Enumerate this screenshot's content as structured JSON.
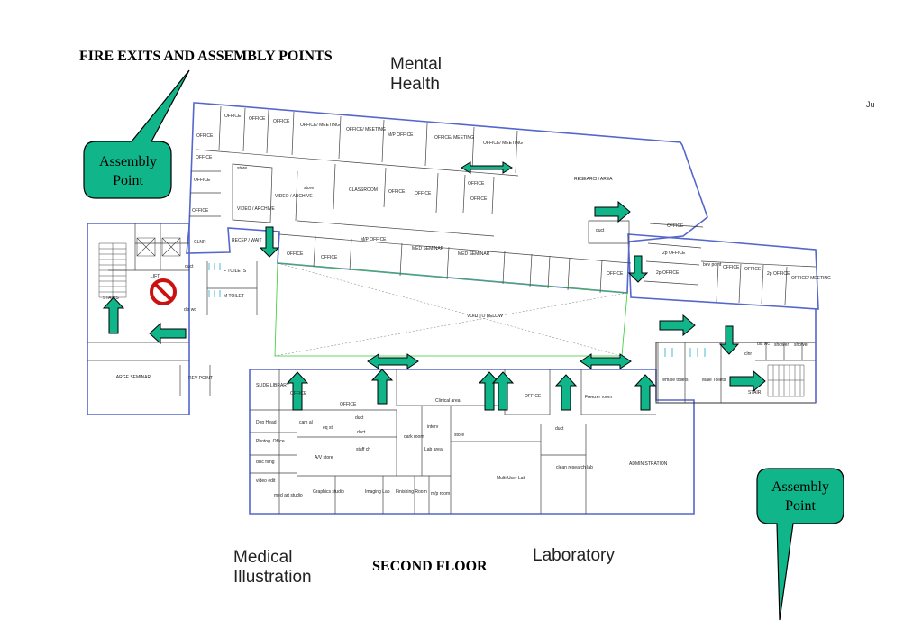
{
  "title": "FIRE EXITS AND ASSEMBLY POINTS",
  "floor_label": "SECOND FLOOR",
  "corner_text": "Ju",
  "zones": [
    {
      "id": "mental-health",
      "lines": [
        "Mental",
        "Health"
      ]
    },
    {
      "id": "medical-illustration",
      "lines": [
        "Medical",
        "Illustration"
      ]
    },
    {
      "id": "laboratory",
      "lines": [
        "Laboratory"
      ]
    }
  ],
  "assembly_points": [
    {
      "id": "left",
      "lines": [
        "Assembly",
        "Point"
      ]
    },
    {
      "id": "right",
      "lines": [
        "Assembly",
        "Point"
      ]
    }
  ],
  "colors": {
    "callout_fill": "#10b58a",
    "arrow_fill": "#10b58a",
    "wall": "#333333",
    "outer_wall": "#5566cc",
    "door": "#33cc33",
    "no_entry": "#cc1111"
  },
  "rooms": [
    {
      "label": "OFFICE"
    },
    {
      "label": "OFFICE"
    },
    {
      "label": "OFFICE"
    },
    {
      "label": "OFFICE/ MEETING"
    },
    {
      "label": "OFFICE/ MEETING"
    },
    {
      "label": "M/P OFFICE"
    },
    {
      "label": "OFFICE/ MEETING"
    },
    {
      "label": "OFFICE/ MEETING"
    },
    {
      "label": "OFFICE"
    },
    {
      "label": "OFFICE"
    },
    {
      "label": "OFFICE"
    },
    {
      "label": "OFFICE"
    },
    {
      "label": "RESEARCH AREA"
    },
    {
      "label": "store"
    },
    {
      "label": "store"
    },
    {
      "label": "CLASSROOM"
    },
    {
      "label": "OFFICE"
    },
    {
      "label": "OFFICE"
    },
    {
      "label": "OFFICE"
    },
    {
      "label": "OFFICE"
    },
    {
      "label": "VIDEO / ARCHIVE"
    },
    {
      "label": "VIDEO / ARCHIVE"
    },
    {
      "label": "CLNR"
    },
    {
      "label": "RECEP / WAIT"
    },
    {
      "label": "OFFICE"
    },
    {
      "label": "OFFICE"
    },
    {
      "label": "M/P OFFICE"
    },
    {
      "label": "MED SEMINAR"
    },
    {
      "label": "MED SEMINAR"
    },
    {
      "label": "duct"
    },
    {
      "label": "OFFICE"
    },
    {
      "label": "2p OFFICE"
    },
    {
      "label": "2p OFFICE"
    },
    {
      "label": "bev point"
    },
    {
      "label": "OFFICE"
    },
    {
      "label": "OFFICE"
    },
    {
      "label": "2p OFFICE"
    },
    {
      "label": "OFFICE/ MEETING"
    },
    {
      "label": "OFFICE"
    },
    {
      "label": "LIFT"
    },
    {
      "label": "duct"
    },
    {
      "label": "F TOILETS"
    },
    {
      "label": "M TOILET"
    },
    {
      "label": "dis wc"
    },
    {
      "label": "STAIRS"
    },
    {
      "label": "VOID TO BELOW"
    },
    {
      "label": "LARGE SEMINAR"
    },
    {
      "label": "REV POINT"
    },
    {
      "label": "SLIDE LIBRARY"
    },
    {
      "label": "OFFICE"
    },
    {
      "label": "OFFICE"
    },
    {
      "label": "Clinical area"
    },
    {
      "label": "OFFICE"
    },
    {
      "label": "Freezer room"
    },
    {
      "label": "female toilets"
    },
    {
      "label": "Male Toilets"
    },
    {
      "label": "dis wc"
    },
    {
      "label": "shower"
    },
    {
      "label": "shower"
    },
    {
      "label": "clnr"
    },
    {
      "label": "STAIR"
    },
    {
      "label": "Dep Head"
    },
    {
      "label": "Photog. Office"
    },
    {
      "label": "disc filing"
    },
    {
      "label": "video edit"
    },
    {
      "label": "cam al"
    },
    {
      "label": "eq st"
    },
    {
      "label": "duct"
    },
    {
      "label": "duct"
    },
    {
      "label": "A/V store"
    },
    {
      "label": "staff ch"
    },
    {
      "label": "dark room"
    },
    {
      "label": "interv"
    },
    {
      "label": "store"
    },
    {
      "label": "Lab area"
    },
    {
      "label": "duct"
    },
    {
      "label": "clean research lab"
    },
    {
      "label": "Multi User Lab"
    },
    {
      "label": "ADMINISTRATION"
    },
    {
      "label": "med art studio"
    },
    {
      "label": "Graphics studio"
    },
    {
      "label": "Imaging Lab"
    },
    {
      "label": "Finishing Room"
    },
    {
      "label": "m/p room"
    }
  ]
}
